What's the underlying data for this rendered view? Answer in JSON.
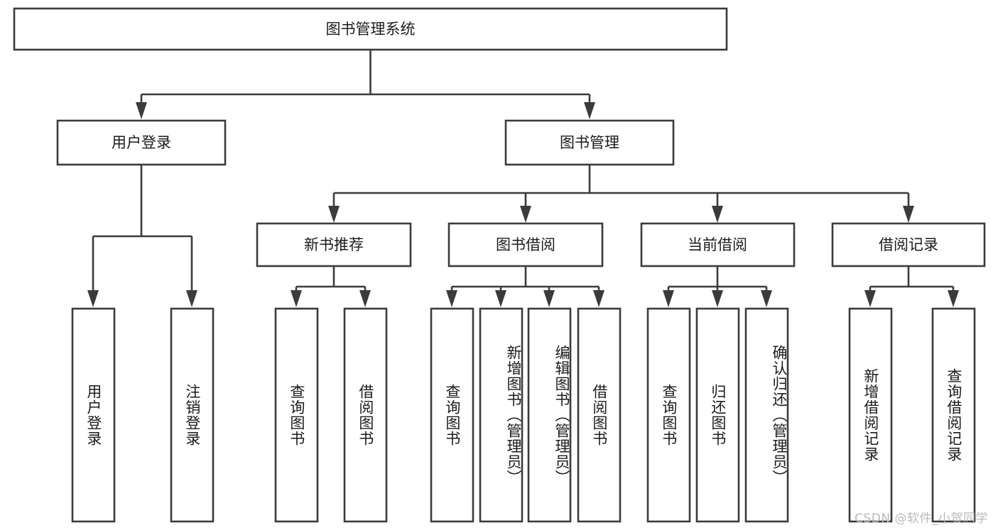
{
  "diagram": {
    "type": "tree",
    "title": "图书管理系统",
    "watermark": "CSDN @软件_小贺同学",
    "colors": {
      "stroke": "#3b3b3b",
      "fill": "#ffffff",
      "text": "#1b1b1b",
      "watermark": "#b9b9b9",
      "background": "#ffffff"
    },
    "root": {
      "label": "图书管理系统"
    },
    "level2": [
      {
        "label": "用户登录"
      },
      {
        "label": "图书管理"
      }
    ],
    "level3": [
      {
        "label": "新书推荐"
      },
      {
        "label": "图书借阅"
      },
      {
        "label": "当前借阅"
      },
      {
        "label": "借阅记录"
      }
    ],
    "leaves": {
      "user_login": [
        {
          "label": "用户登录"
        },
        {
          "label": "注销登录"
        }
      ],
      "new_book_recommend": [
        {
          "label": "查询图书"
        },
        {
          "label": "借阅图书"
        }
      ],
      "book_borrow": [
        {
          "label": "查询图书"
        },
        {
          "label": "新增图书（管理员）"
        },
        {
          "label": "编辑图书（管理员）"
        },
        {
          "label": "借阅图书"
        }
      ],
      "current_borrow": [
        {
          "label": "查询图书"
        },
        {
          "label": "归还图书"
        },
        {
          "label": "确认归还（管理员）"
        }
      ],
      "borrow_record": [
        {
          "label": "新增借阅记录"
        },
        {
          "label": "查询借阅记录"
        }
      ]
    }
  }
}
